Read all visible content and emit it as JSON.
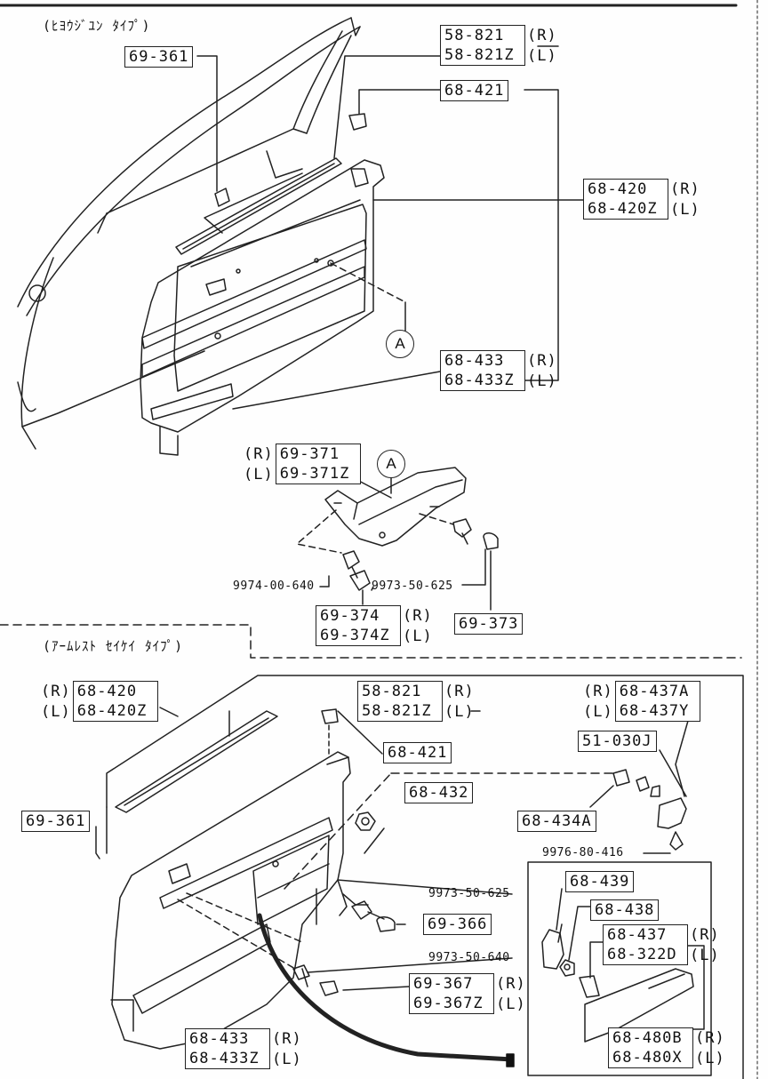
{
  "titles": {
    "upper": "(ﾋﾖｳｼﾞﾕﾝ ﾀｲﾌﾟ)",
    "lower": "(ｱｰﾑﾚｽﾄ ｾｲｹｲ ﾀｲﾌﾟ)"
  },
  "callouts": {
    "A_upper": "A",
    "A_lower": "A"
  },
  "upper": {
    "p69_361": "69-361",
    "p58_821": [
      "58-821",
      "58-821Z"
    ],
    "p58_821_side": [
      "(R)",
      "(L)"
    ],
    "p68_421": "68-421",
    "p68_420": [
      "68-420",
      "68-420Z"
    ],
    "p68_420_side": [
      "(R)",
      "(L)"
    ],
    "p68_433": [
      "68-433",
      "68-433Z"
    ],
    "p68_433_side": [
      "(R)",
      "(L)"
    ],
    "p69_371": [
      "69-371",
      "69-371Z"
    ],
    "p69_371_side": [
      "(R)",
      "(L)"
    ],
    "s9974": "9974-00-640",
    "s9973": "9973-50-625",
    "p69_374": [
      "69-374",
      "69-374Z"
    ],
    "p69_374_side": [
      "(R)",
      "(L)"
    ],
    "p69_373": "69-373"
  },
  "lower": {
    "p68_420": [
      "68-420",
      "68-420Z"
    ],
    "p68_420_side": [
      "(R)",
      "(L)"
    ],
    "p58_821": [
      "58-821",
      "58-821Z"
    ],
    "p58_821_side": [
      "(R)",
      "(L)"
    ],
    "p68_421": "68-421",
    "p68_437A": [
      "68-437A",
      "68-437Y"
    ],
    "p68_437A_side": [
      "(R)",
      "(L)"
    ],
    "p51_030J": "51-030J",
    "p68_432": "68-432",
    "p68_434A": "68-434A",
    "s9976": "9976-80-416",
    "p69_361": "69-361",
    "s9973_625": "9973-50-625",
    "p69_366": "69-366",
    "s9973_640": "9973-50-640",
    "p69_367": [
      "69-367",
      "69-367Z"
    ],
    "p69_367_side": [
      "(R)",
      "(L)"
    ],
    "p68_433": [
      "68-433",
      "68-433Z"
    ],
    "p68_433_side": [
      "(R)",
      "(L)"
    ],
    "p68_439": "68-439",
    "p68_438": "68-438",
    "p68_437": [
      "68-437",
      "68-322D"
    ],
    "p68_437_side": [
      "(R)",
      "(L)"
    ],
    "p68_480B": [
      "68-480B",
      "68-480X"
    ],
    "p68_480B_side": [
      "(R)",
      "(L)"
    ]
  }
}
